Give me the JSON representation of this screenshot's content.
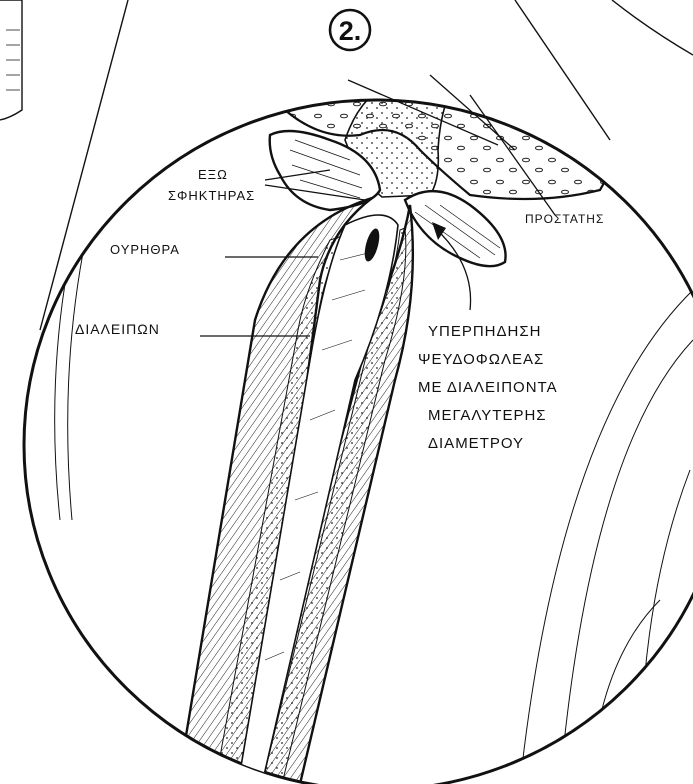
{
  "figure": {
    "step_number": "2.",
    "labels": {
      "exo": "ΕΞΩ",
      "sphincter": "ΣΦΗΚΤΗΡΑΣ",
      "urethra": "ΟΥΡΗΘΡΑ",
      "diaphragm": "ΔΙΑΛΕΙΠΩΝ",
      "prostate": "ΠΡΟΣΤΑΤΗΣ",
      "note_line1": "ΥΠΕΡΠΗΔΗΣΗ",
      "note_line2": "ΨΕΥΔΟΦΩΛΕΑΣ",
      "note_line3": "ΜΕ ΔΙΑΛΕΙΠΟΝΤΑ",
      "note_line4": "ΜΕΓΑΛΥΤΕΡΗΣ",
      "note_line5": "ΔΙΑΜΕΤΡΟΥ"
    }
  },
  "colors": {
    "ink": "#111111",
    "paper": "#ffffff"
  }
}
